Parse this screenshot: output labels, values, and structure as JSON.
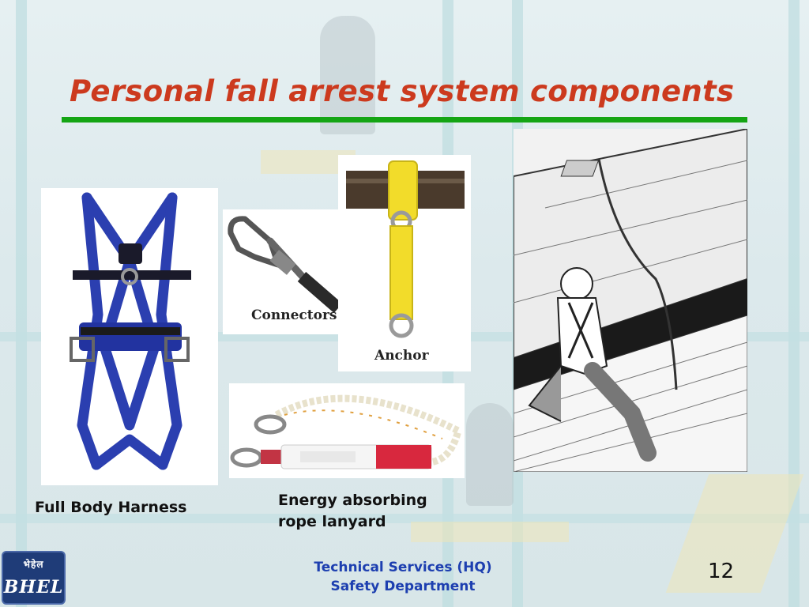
{
  "title": "Personal fall arrest system components",
  "panels": {
    "connectors_label": "Connectors",
    "anchor_label": "Anchor"
  },
  "captions": {
    "harness": "Full Body Harness",
    "lanyard_line1": "Energy absorbing",
    "lanyard_line2": "rope lanyard"
  },
  "logo": {
    "hindi": "भेहेल",
    "name": "BHEL"
  },
  "footer": {
    "line1": "Technical Services (HQ)",
    "line2": "Safety Department"
  },
  "page_number": "12",
  "colors": {
    "title": "#cc3a1e",
    "rule": "#14a514",
    "footer": "#1d3fb0",
    "harness_webbing": "#2b3fb0",
    "anchor_strap": "#f2dc2a",
    "absorber": "#d8283e"
  }
}
